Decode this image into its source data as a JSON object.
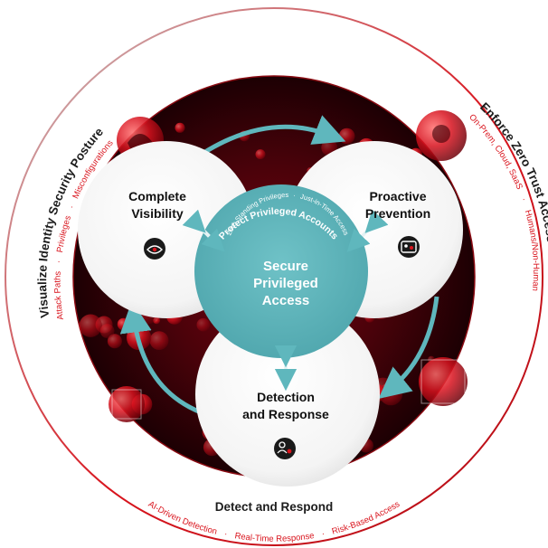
{
  "outer_ring": {
    "left": {
      "title": "Visualize Identity Security Posture",
      "items": [
        "Attack Paths",
        "Privileges",
        "Misconfigurations"
      ]
    },
    "right": {
      "title": "Enforce Zero Trust Access Controls",
      "items": [
        "On-Prem, Cloud, SaaS",
        "Humans/Non-Human"
      ]
    },
    "bottom": {
      "title": "Detect and Respond",
      "items": [
        "AI-Driven Detection",
        "Real-Time Response",
        "Risk-Based Access"
      ]
    },
    "separator": "·"
  },
  "pillars": {
    "visibility": {
      "line1": "Complete",
      "line2": "Visibility",
      "icon": "eye-shield-icon"
    },
    "prevention": {
      "line1": "Proactive",
      "line2": "Prevention",
      "icon": "id-card-icon"
    },
    "detection": {
      "line1": "Detection",
      "line2": "and Response",
      "icon": "user-shield-icon"
    }
  },
  "center": {
    "arc_title": "Protect Privileged Accounts",
    "arc_items": [
      "Zero Standing Privileges",
      "Just-in-Time Access"
    ],
    "line1": "Secure",
    "line2": "Privileged",
    "line3": "Access"
  },
  "colors": {
    "brand_red": "#d9141d",
    "teal": "#5fb7bd",
    "dark_red": "#3a0006"
  }
}
